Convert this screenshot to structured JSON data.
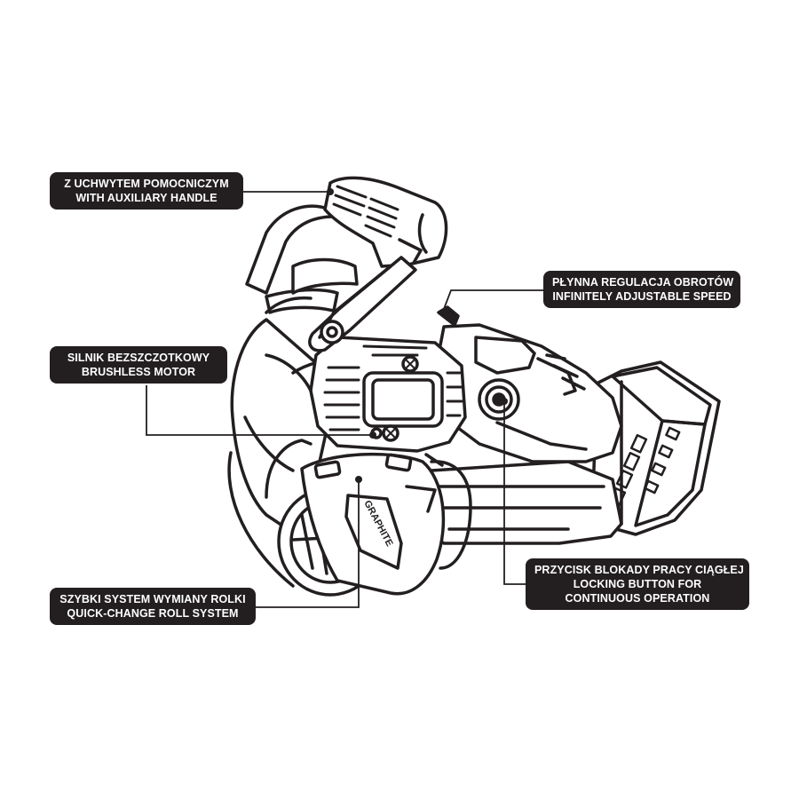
{
  "callouts": {
    "handle": {
      "line1": "Z UCHWYTEM POMOCNICZYM",
      "line2": "WITH AUXILIARY HANDLE"
    },
    "speed": {
      "line1": "PŁYNNA REGULACJA OBROTÓW",
      "line2": "INFINITELY ADJUSTABLE SPEED"
    },
    "motor": {
      "line1": "SILNIK BEZSZCZOTKOWY",
      "line2": "BRUSHLESS MOTOR"
    },
    "lock": {
      "line1": "PRZYCISK BLOKADY PRACY CIĄGŁEJ",
      "line2": "LOCKING BUTTON FOR",
      "line3": "CONTINUOUS OPERATION"
    },
    "roll": {
      "line1": "SZYBKI SYSTEM WYMIANY ROLKI",
      "line2": "QUICK-CHANGE ROLL SYSTEM"
    }
  },
  "product": {
    "brand_mark": "GRAPHITE"
  },
  "colors": {
    "ink": "#231f20",
    "paper": "#ffffff"
  }
}
